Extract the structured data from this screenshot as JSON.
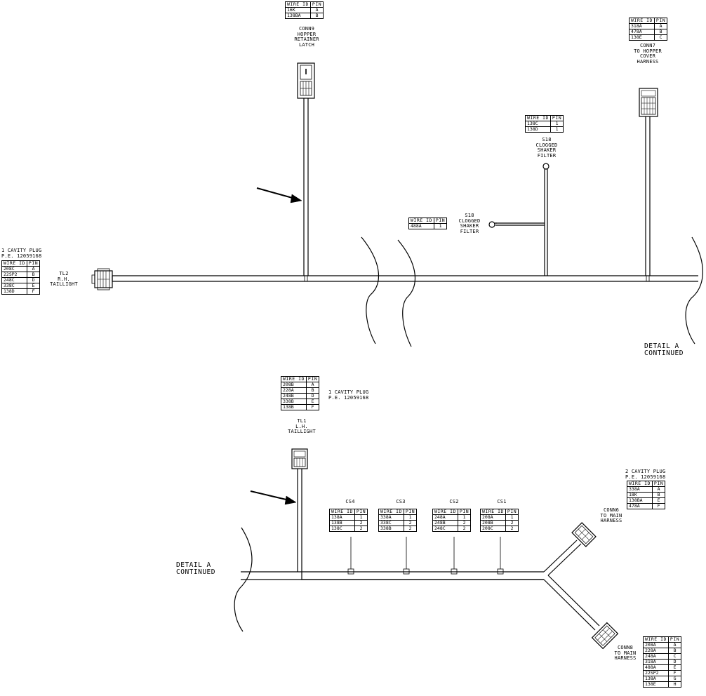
{
  "tables": {
    "conn9_top": {
      "header": [
        "WIRE ID",
        "PIN"
      ],
      "rows": [
        [
          "16K",
          "A"
        ],
        [
          "138BA",
          "B"
        ]
      ]
    },
    "conn7": {
      "header": [
        "WIRE ID",
        "PIN"
      ],
      "rows": [
        [
          "318A",
          "A"
        ],
        [
          "478A",
          "B"
        ],
        [
          "138E",
          "C"
        ]
      ]
    },
    "s18_top": {
      "header": [
        "WIRE ID",
        "PIN"
      ],
      "rows": [
        [
          "138C",
          "1"
        ],
        [
          "138D",
          "1"
        ]
      ]
    },
    "s18_side": {
      "header": [
        "WIRE ID",
        "PIN"
      ],
      "rows": [
        [
          "488A",
          "1"
        ]
      ]
    },
    "tl2": {
      "header": [
        "WIRE ID",
        "PIN"
      ],
      "rows": [
        [
          "208C",
          "A"
        ],
        [
          "22SP2",
          "B"
        ],
        [
          "248C",
          "D"
        ],
        [
          "338C",
          "E"
        ],
        [
          "138D",
          "F"
        ]
      ]
    },
    "tl1": {
      "header": [
        "WIRE ID",
        "PIN"
      ],
      "rows": [
        [
          "208B",
          "A"
        ],
        [
          "228A",
          "B"
        ],
        [
          "248B",
          "D"
        ],
        [
          "338B",
          "E"
        ],
        [
          "138B",
          "F"
        ]
      ]
    },
    "cs4": {
      "header": [
        "WIRE ID",
        "PIN"
      ],
      "rows": [
        [
          "138A",
          "1"
        ],
        [
          "138B",
          "2"
        ],
        [
          "138C",
          "2"
        ]
      ]
    },
    "cs3": {
      "header": [
        "WIRE ID",
        "PIN"
      ],
      "rows": [
        [
          "338A",
          "1"
        ],
        [
          "338C",
          "2"
        ],
        [
          "338B",
          "2"
        ]
      ]
    },
    "cs2": {
      "header": [
        "WIRE ID",
        "PIN"
      ],
      "rows": [
        [
          "248A",
          "1"
        ],
        [
          "248B",
          "2"
        ],
        [
          "248C",
          "2"
        ]
      ]
    },
    "cs1": {
      "header": [
        "WIRE ID",
        "PIN"
      ],
      "rows": [
        [
          "208A",
          "1"
        ],
        [
          "208B",
          "2"
        ],
        [
          "208C",
          "2"
        ]
      ]
    },
    "conn6": {
      "header": [
        "WIRE ID",
        "PIN"
      ],
      "rows": [
        [
          "338A",
          "A"
        ],
        [
          "18K",
          "B"
        ],
        [
          "138BA",
          "E"
        ],
        [
          "478A",
          "F"
        ]
      ]
    },
    "conn8": {
      "header": [
        "WIRE ID",
        "PIN"
      ],
      "rows": [
        [
          "208A",
          "A"
        ],
        [
          "228A",
          "B"
        ],
        [
          "248A",
          "C"
        ],
        [
          "318A",
          "D"
        ],
        [
          "488A",
          "E"
        ],
        [
          "22SP2",
          "F"
        ],
        [
          "138A",
          "G"
        ],
        [
          "138E",
          "H"
        ]
      ]
    }
  },
  "labels": {
    "conn9": "CONN9\nHOPPER\nRETAINER\nLATCH",
    "conn7": "CONN7\nTO HOPPER\nCOVER\nHARNESS",
    "s18_top": "S18\nCLOGGED\nSHAKER\nFILTER",
    "s18_side": "S18\nCLOGGED\nSHAKER\nFILTER",
    "tl2_plug": "1 CAVITY PLUG\nP.E. 12059168",
    "tl2": "TL2\nR.H.\nTAILLIGHT",
    "detail_a_top": "DETAIL A\nCONTINUED",
    "tl1_plug": "1 CAVITY PLUG\nP.E. 12059168",
    "tl1": "TL1\nL.H.\nTAILLIGHT",
    "cs4": "CS4",
    "cs3": "CS3",
    "cs2": "CS2",
    "cs1": "CS1",
    "conn6_plug": "2 CAVITY PLUG\nP.E. 12059168",
    "conn6": "CONN6\nTO MAIN\nHARNESS",
    "detail_a_bottom": "DETAIL A\nCONTINUED",
    "conn8": "CONN8\nTO MAIN\nHARNESS"
  }
}
